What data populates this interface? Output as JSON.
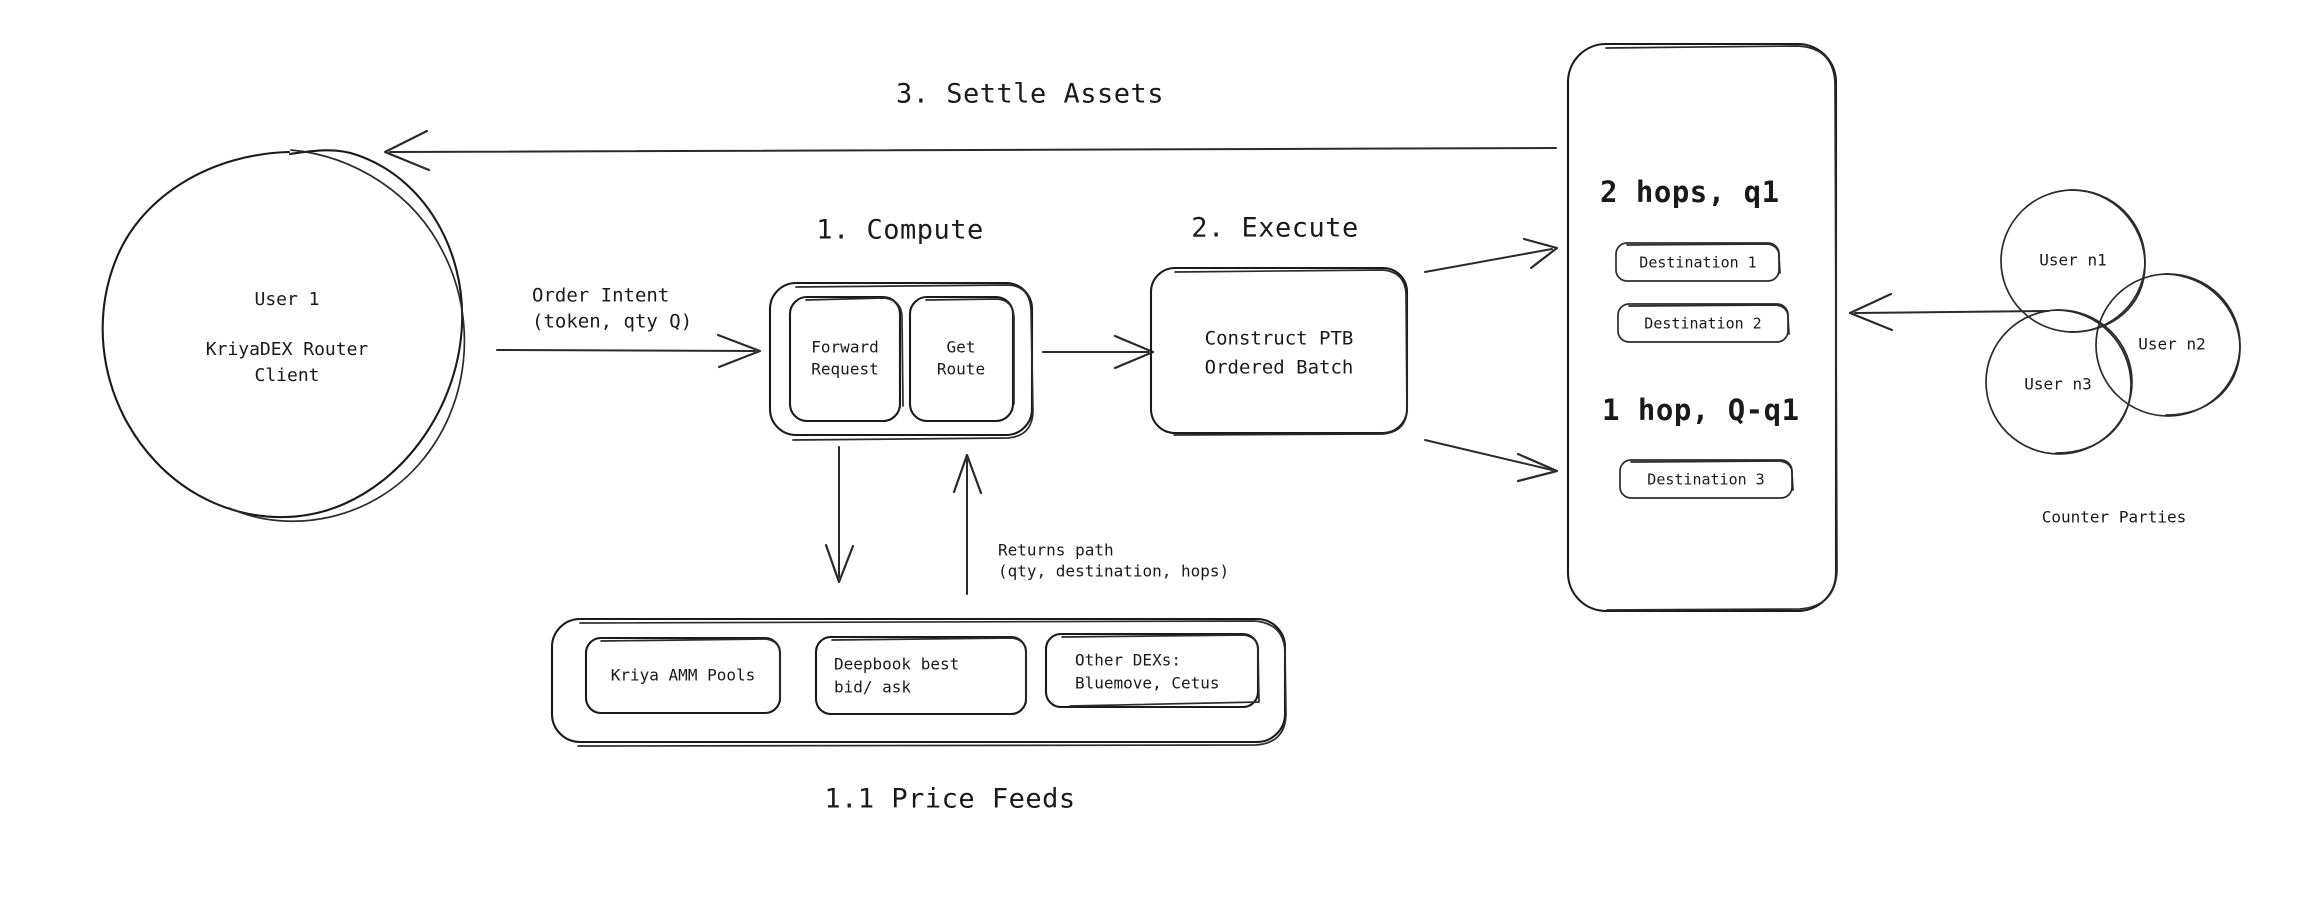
{
  "diagram": {
    "title_settle": "3. Settle Assets",
    "section_compute": "1. Compute",
    "section_execute": "2. Execute",
    "caption_price_feeds": "1.1 Price Feeds",
    "caption_counter_parties": "Counter Parties"
  },
  "client": {
    "line1": "User 1",
    "line2": "KriyaDEX Router",
    "line3": "Client"
  },
  "edges": {
    "order_intent_line1": "Order Intent",
    "order_intent_line2": "(token, qty Q)",
    "returns_path_line1": "Returns path",
    "returns_path_line2": "(qty, destination, hops)"
  },
  "compute": {
    "boxes": [
      {
        "line1": "Forward",
        "line2": "Request"
      },
      {
        "line1": "Get",
        "line2": "Route"
      }
    ]
  },
  "execute": {
    "line1": "Construct PTB",
    "line2": "Ordered Batch"
  },
  "routes": {
    "groups": [
      {
        "heading": "2 hops, q1",
        "destinations": [
          "Destination 1",
          "Destination 2"
        ]
      },
      {
        "heading": "1 hop, Q-q1",
        "destinations": [
          "Destination 3"
        ]
      }
    ]
  },
  "price_feeds": {
    "items": [
      {
        "line1": "Kriya AMM Pools",
        "line2": ""
      },
      {
        "line1": "Deepbook best",
        "line2": "bid/ ask"
      },
      {
        "line1": "Other DEXs:",
        "line2": "Bluemove, Cetus"
      }
    ]
  },
  "counter_parties": {
    "users": [
      "User n1",
      "User n2",
      "User n3"
    ]
  },
  "colors": {
    "ink": "#1a1a1a",
    "background": "#ffffff"
  }
}
